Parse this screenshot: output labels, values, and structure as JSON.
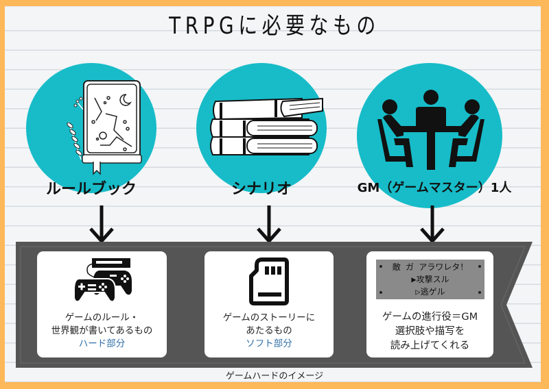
{
  "title": "TRPGに必要なもの",
  "items": [
    {
      "label": "ルールブック",
      "icon": "rulebook-icon",
      "card_icon": "game-controllers-icon",
      "card_lines": [
        "ゲームのルール・",
        "世界観が書いてあるもの"
      ],
      "card_accent": "ハード部分"
    },
    {
      "label": "シナリオ",
      "icon": "stacked-books-icon",
      "card_icon": "sd-card-icon",
      "card_lines": [
        "ゲームのストーリーに",
        "あたるもの"
      ],
      "card_accent": "ソフト部分"
    },
    {
      "label": "GM（ゲームマスター）1人",
      "icon": "meeting-table-icon",
      "card_icon": "rpg-dialog-screen",
      "screen_lines": [
        "敵 ガ アラワレタ！",
        "▶攻撃スル",
        "▷逃ゲル"
      ],
      "card_lines": [
        "ゲームの進行役＝GM",
        "選択肢や描写を",
        "読み上げてくれる"
      ]
    }
  ],
  "caption": "ゲームハードのイメージ",
  "colors": {
    "border": "#FDB85A",
    "circle": "#17BCC8",
    "banner": "#555555",
    "accent_text": "#2F6FA6",
    "screen": "#8A8A8A"
  }
}
